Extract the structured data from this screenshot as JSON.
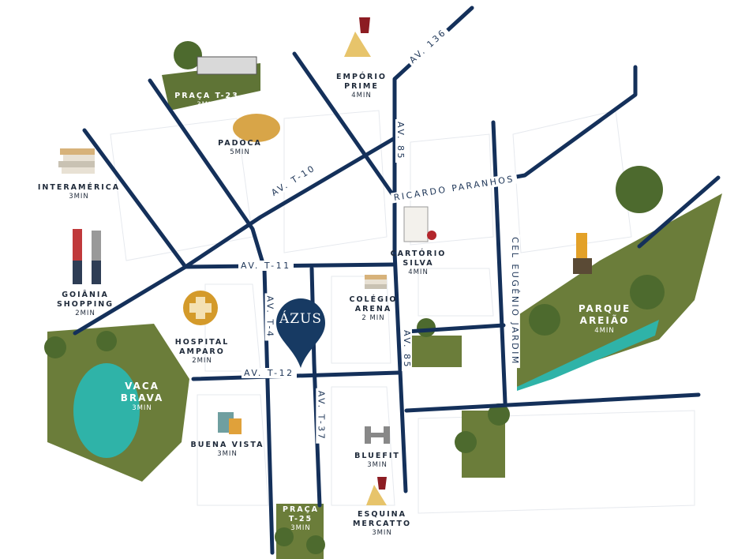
{
  "brand": {
    "logo": "ÁZUS",
    "pin_color": "#173a63"
  },
  "colors": {
    "road": "#14305a",
    "park": "#6b7d3a",
    "water": "#2fb3a8"
  },
  "roads": {
    "av136": "AV. 136",
    "av85_top": "AV. 85",
    "av85_mid": "AV. 85",
    "avt10": "AV. T-10",
    "ricardo": "RICARDO PARANHOS",
    "avt11": "AV. T-11",
    "avt4": "AV. T-4",
    "avt12": "AV. T-12",
    "avt37": "AV. T-37",
    "cel": "CEL EUGÊNIO JARDIM"
  },
  "pois": {
    "praca23": {
      "name": "PRAÇA T-23",
      "time": "3MIN"
    },
    "emporio": {
      "name": "EMPÓRIO",
      "name2": "PRIME",
      "time": "4MIN"
    },
    "padoca": {
      "name": "PADOCA",
      "time": "5MIN"
    },
    "interamerica": {
      "name": "INTERAMÉRICA",
      "time": "3MIN"
    },
    "goiania": {
      "name": "GOIÂNIA",
      "name2": "SHOPPING",
      "time": "2MIN"
    },
    "cartorio": {
      "name": "CARTÓRIO",
      "name2": "SILVA",
      "time": "4MIN"
    },
    "colegio": {
      "name": "COLÉGIO",
      "name2": "ARENA",
      "time": "2 MIN"
    },
    "hospital": {
      "name": "HOSPITAL",
      "name2": "AMPARO",
      "time": "2MIN"
    },
    "parque": {
      "name": "PARQUE",
      "name2": "AREIÃO",
      "time": "4MIN"
    },
    "vaca": {
      "name": "VACA",
      "name2": "BRAVA",
      "time": "3MIN"
    },
    "buena": {
      "name": "BUENA VISTA",
      "time": "3MIN"
    },
    "bluefit": {
      "name": "BLUEFIT",
      "time": "3MIN"
    },
    "praca25": {
      "name": "PRAÇA",
      "name2": "T-25",
      "time": "3MIN"
    },
    "esquina": {
      "name": "ESQUINA",
      "name2": "MERCATTO",
      "time": "3MIN"
    }
  }
}
